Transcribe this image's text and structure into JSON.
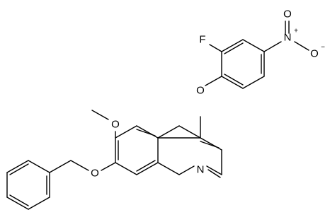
{
  "molecule": {
    "atoms": {
      "fluorine": "F",
      "ether_oxygen": "O",
      "methoxy_oxygen": "O",
      "benzyloxy_oxygen": "O",
      "quinoline_nitrogen": "N",
      "nitro_nitrogen": "N",
      "nitro_nitrogen_charge": "+",
      "nitro_oxygen_top": "O",
      "nitro_oxygen_bottom": "O",
      "nitro_oxygen_bottom_charge": "−"
    }
  }
}
